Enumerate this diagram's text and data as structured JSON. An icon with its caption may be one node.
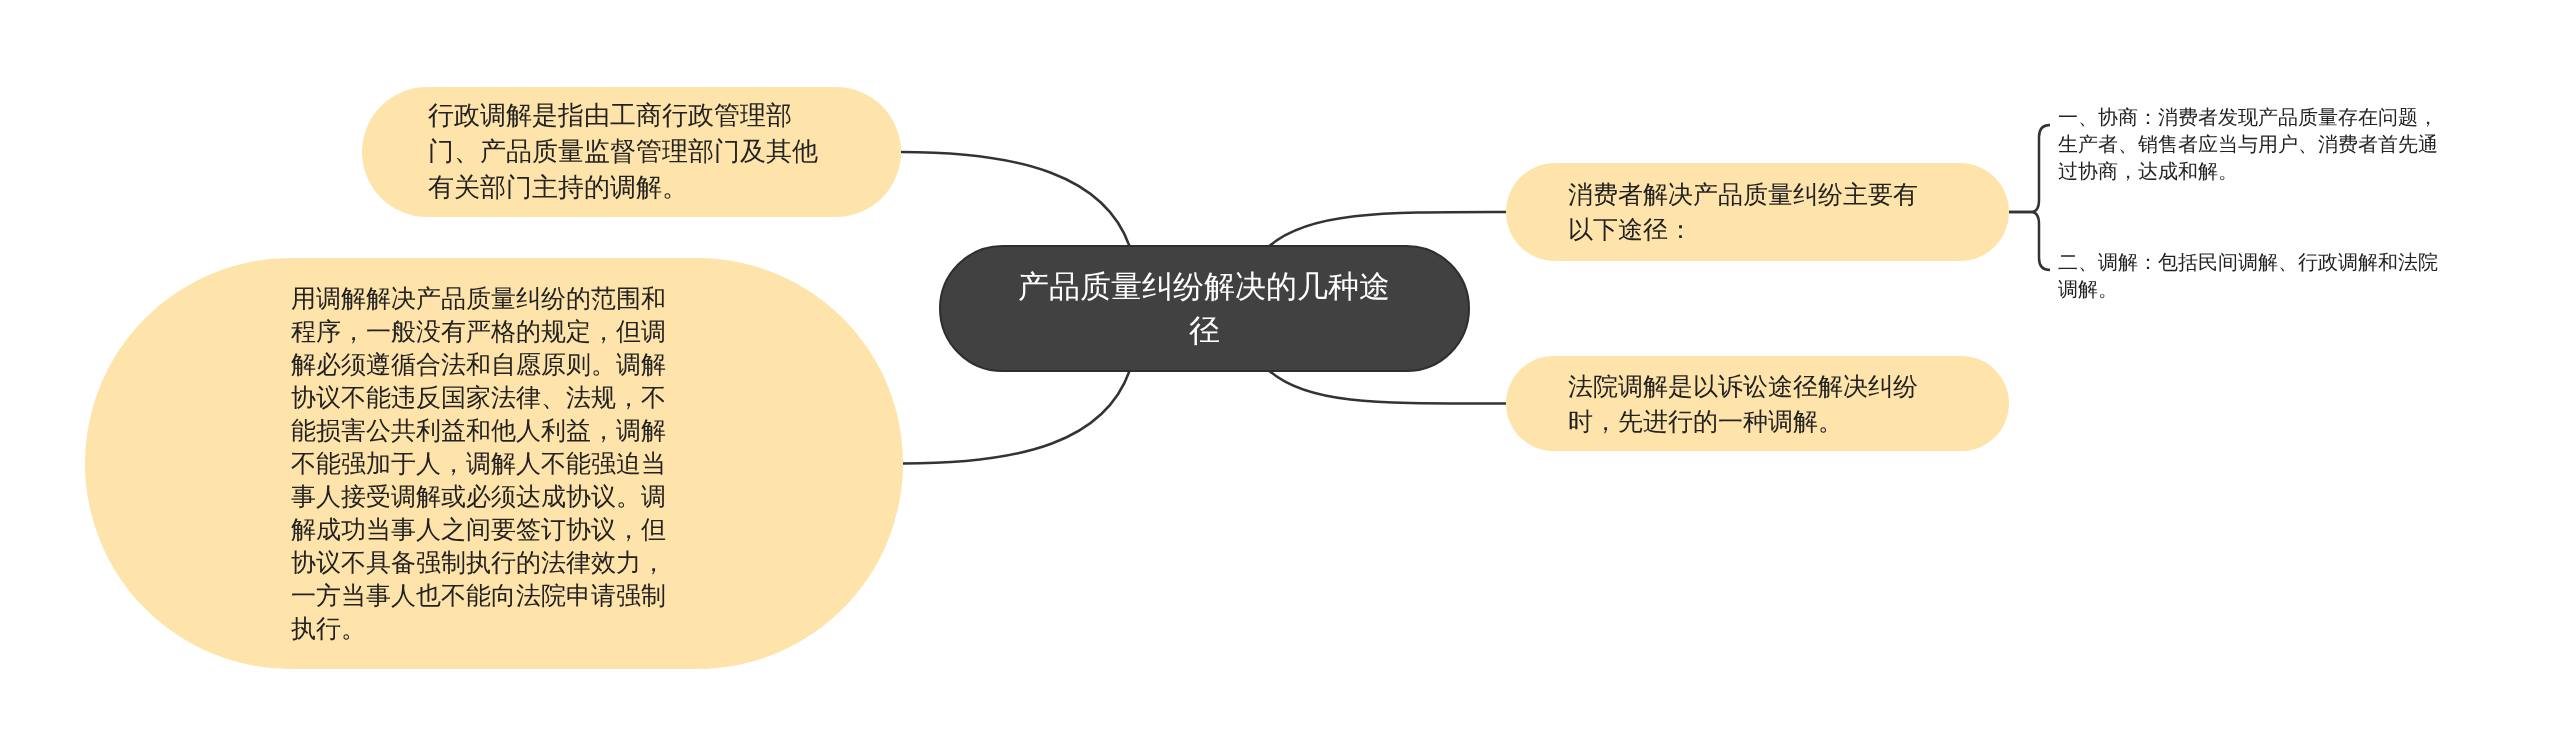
{
  "diagram": {
    "nodes": [
      {
        "text": [
          "产品质量纠纷解决的几种途径"
        ]
      },
      {
        "text": [
          "行政调解是指由工商行政管理部门、产品质量监督管理部门及其他有关部门主持的调解。"
        ]
      },
      {
        "text": [
          "用调解解决产品质量纠纷的范围和程序，一般没有严格的规定，但调解必须遵循合法和自愿原则。调解协议不能违反国家法律、法规，不能损害公共利益和他人利益，调解不能强加于人，调解人不能强迫当事人接受调解或必须达成协议。调解成功当事人之间要签订协议，但协议不具备强制执行的法律效力，一方当事人也不能向法院申请强制执行。"
        ]
      },
      {
        "text": [
          "消费者解决产品质量纠纷主要有以下途径："
        ]
      },
      {
        "text": [
          "一、协商：消费者发现产品质量存在问题，生产者、销售者应当与用户、消费者首先通过协商，达成和解。"
        ]
      },
      {
        "text": [
          "二、调解：包括民间调解、行政调解和法院调解。"
        ]
      },
      {
        "text": [
          "法院调解是以诉讼途径解决纠纷时，先进行的一种调解。"
        ]
      }
    ],
    "edges": [
      {
        "from": 0,
        "to": 1,
        "arrow": "none"
      },
      {
        "from": 0,
        "to": 2,
        "arrow": "none"
      },
      {
        "from": 0,
        "to": 3,
        "arrow": "none"
      },
      {
        "from": 3,
        "to": 4,
        "arrow": "none"
      },
      {
        "from": 3,
        "to": 5,
        "arrow": "none"
      },
      {
        "from": 0,
        "to": 6,
        "arrow": "none"
      }
    ]
  }
}
